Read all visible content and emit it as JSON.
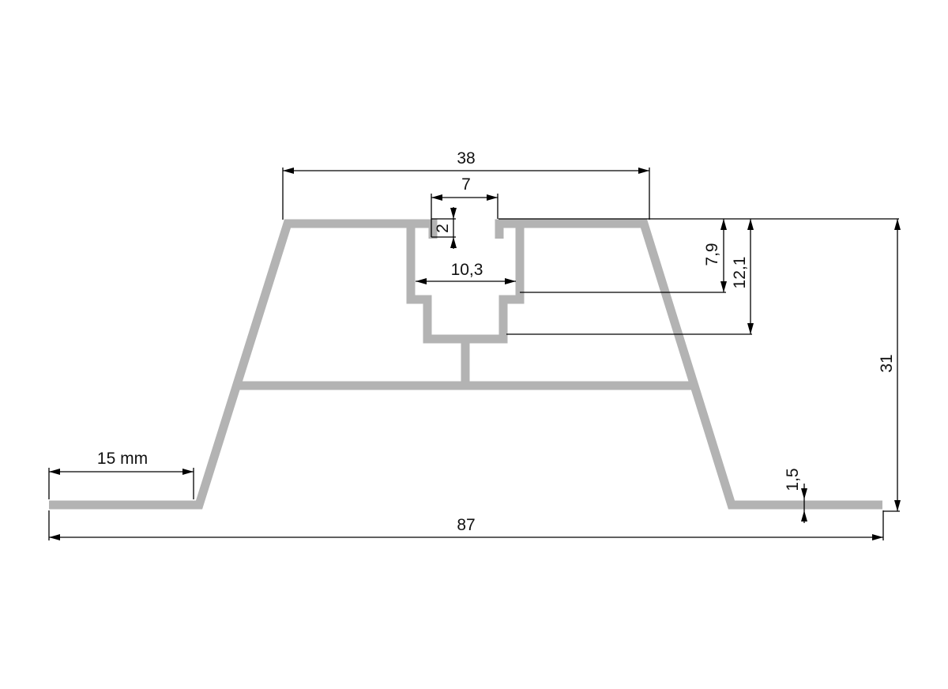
{
  "dimensions": {
    "top_width": "38",
    "slot_opening": "7",
    "slot_lip": "2",
    "slot_inner_width": "10,3",
    "depth_upper": "7,9",
    "depth_total": "12,1",
    "total_height": "31",
    "flange_width": "15 mm",
    "thickness": "1,5",
    "total_width": "87"
  }
}
